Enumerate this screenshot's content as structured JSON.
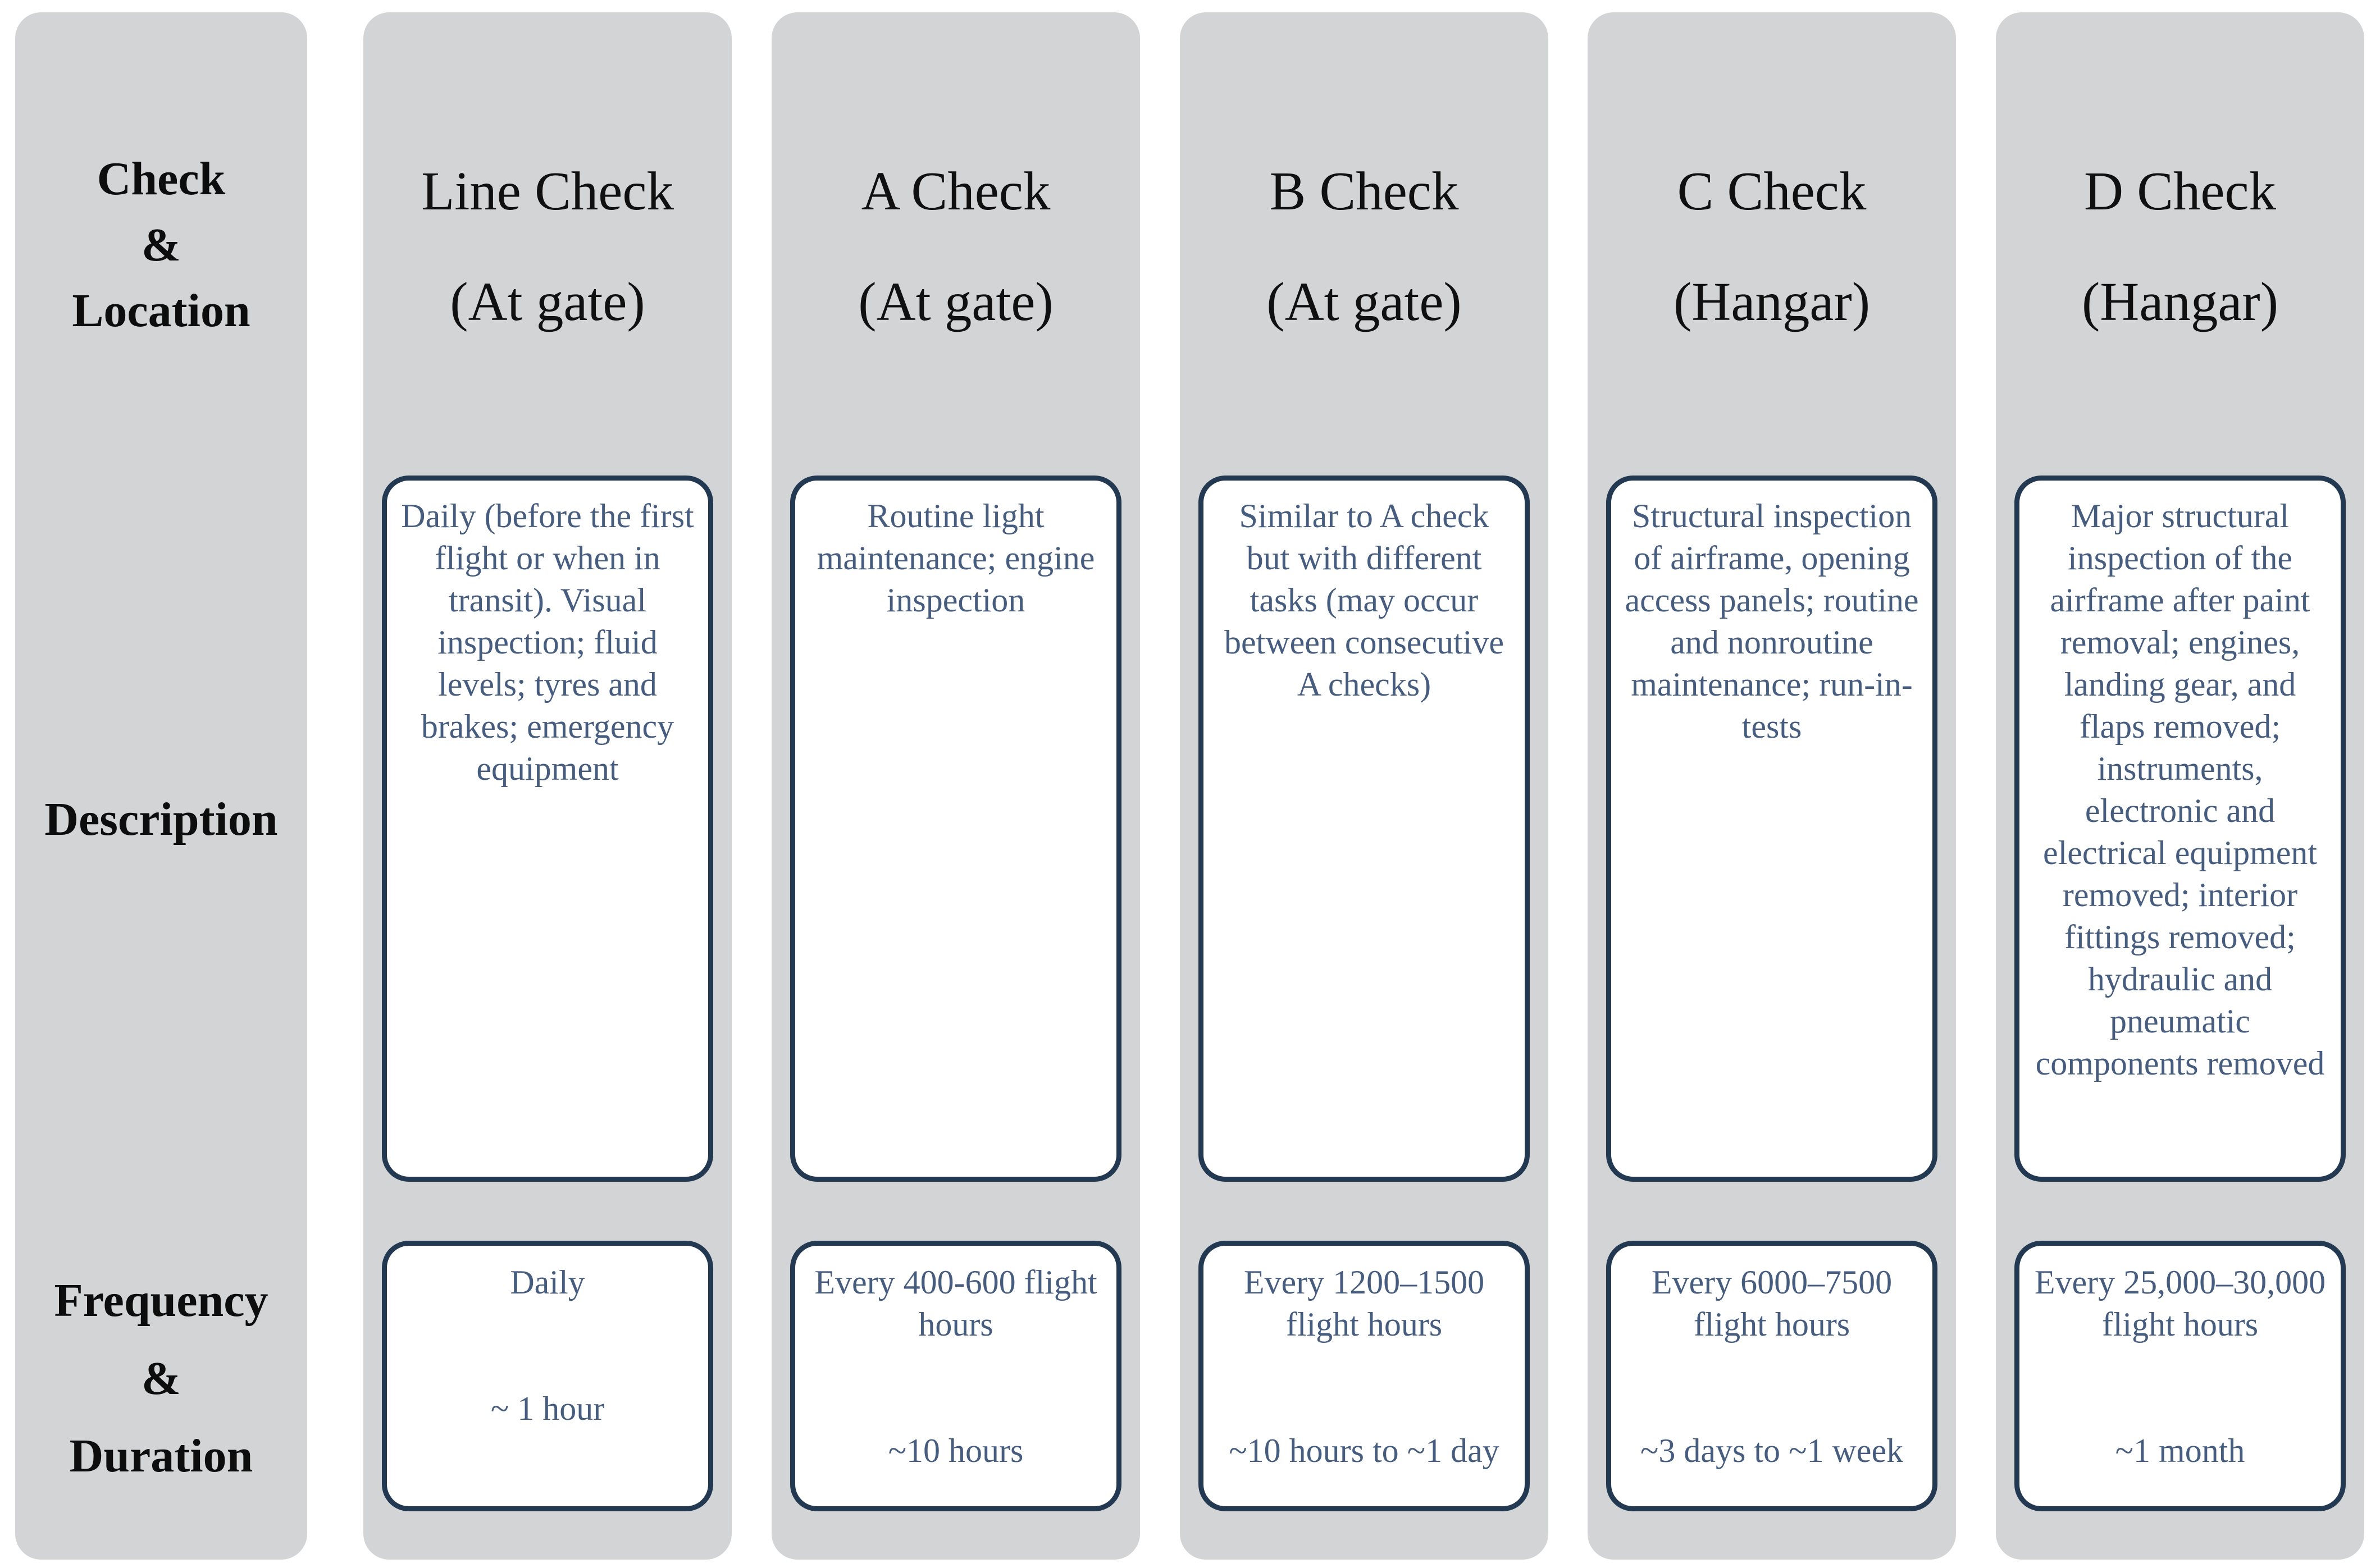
{
  "figure": {
    "type": "aircraft-maintenance-check-table"
  },
  "colors": {
    "panel_gray": "#d2d4d6",
    "box_border_navy": "#223951",
    "body_text_slate": "#465d7f",
    "label_text": "#0d0d0d",
    "background": "#ffffff"
  },
  "row_labels": {
    "check_location": [
      "Check",
      "&",
      "Location"
    ],
    "description": "Description",
    "frequency_duration": [
      "Frequency",
      "&",
      "Duration"
    ]
  },
  "columns": [
    {
      "name": "Line Check",
      "location": "(At gate)",
      "description": "Daily (before the first flight or when in transit). Visual inspection; fluid levels; tyres and brakes; emergency equipment",
      "frequency": "Daily",
      "duration": "~ 1 hour"
    },
    {
      "name": "A Check",
      "location": "(At gate)",
      "description": "Routine light maintenance; engine inspection",
      "frequency": "Every 400-600 flight hours",
      "duration": "~10 hours"
    },
    {
      "name": "B Check",
      "location": "(At gate)",
      "description": "Similar to A check but with different tasks (may occur between consecutive A checks)",
      "frequency": "Every 1200–1500 flight hours",
      "duration": "~10 hours to ~1 day"
    },
    {
      "name": "C Check",
      "location": "(Hangar)",
      "description": "Structural inspection of airframe, opening access panels; routine and nonroutine maintenance; run-in-tests",
      "frequency": "Every 6000–7500 flight hours",
      "duration": "~3 days to ~1 week"
    },
    {
      "name": "D Check",
      "location": "(Hangar)",
      "description": "Major structural inspection of the airframe after paint removal; engines, landing gear, and flaps removed; instruments, electronic and electrical equipment removed; interior fittings removed; hydraulic and pneumatic components removed",
      "frequency": "Every 25,000–30,000 flight hours",
      "duration": "~1 month"
    }
  ]
}
